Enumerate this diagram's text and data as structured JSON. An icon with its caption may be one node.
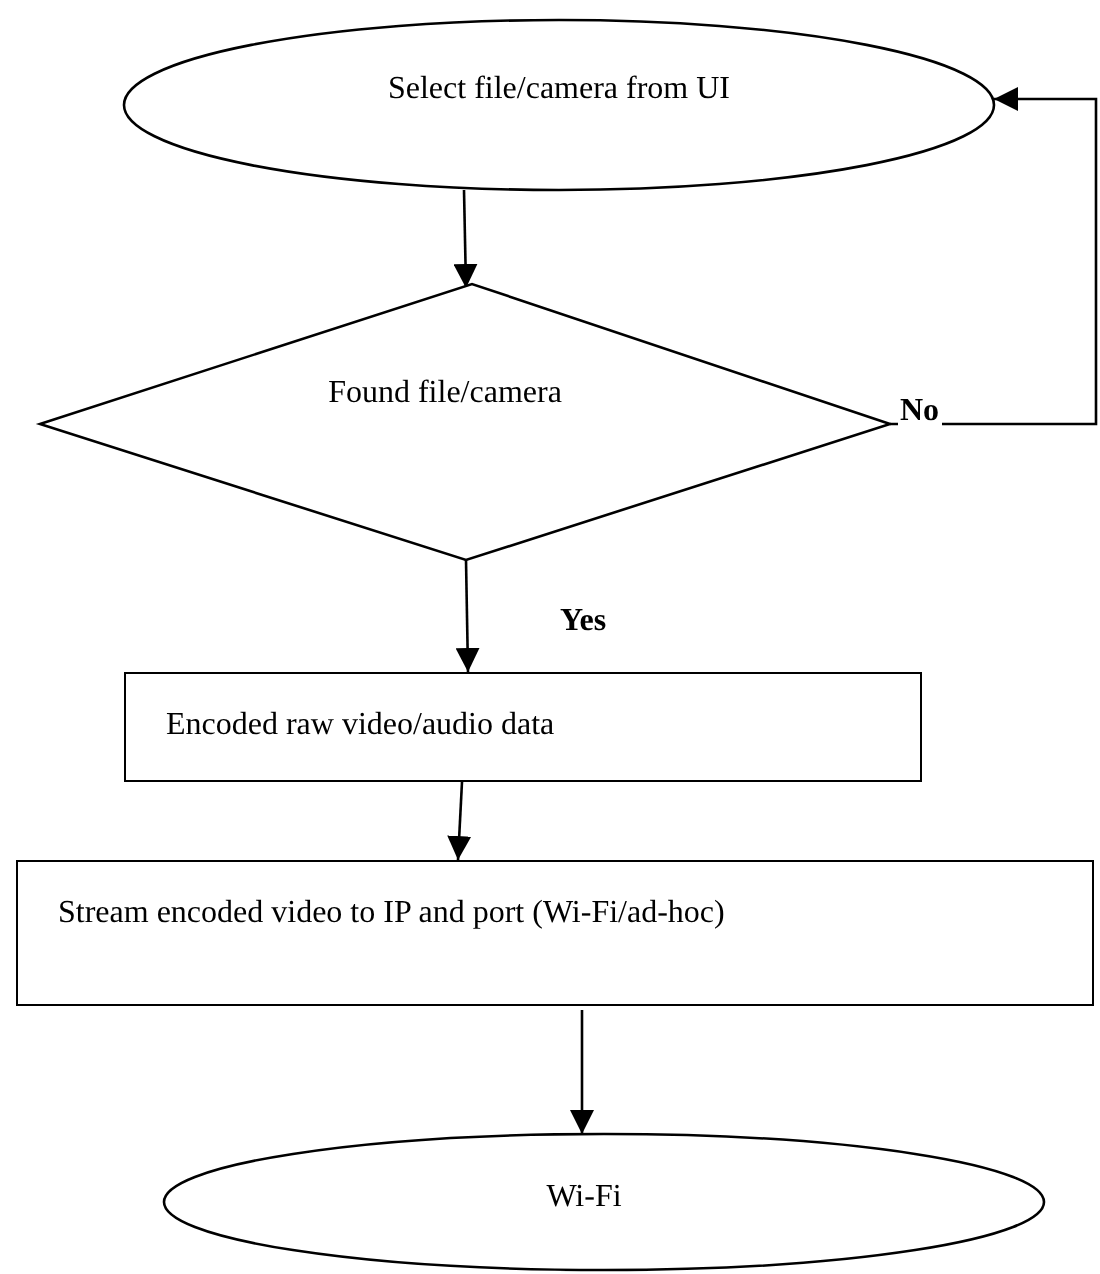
{
  "diagram": {
    "nodes": [
      {
        "text": [
          "Select file/camera from UI"
        ]
      },
      {
        "text": [
          "Found file/camera"
        ]
      },
      {
        "text": [
          "Encoded raw video/audio data"
        ]
      },
      {
        "text": [
          "Stream encoded video to IP and port (Wi-Fi/ad-hoc)"
        ]
      },
      {
        "text": [
          "Wi-Fi"
        ]
      }
    ],
    "edges": [
      {
        "from": 0,
        "to": 1,
        "arrow": "to"
      },
      {
        "from": 1,
        "to": 2,
        "arrow": "to",
        "label": "Yes"
      },
      {
        "from": 2,
        "to": 3,
        "arrow": "to"
      },
      {
        "from": 3,
        "to": 4,
        "arrow": "to"
      },
      {
        "from": 1,
        "to": 0,
        "arrow": "to",
        "label": "No"
      }
    ]
  }
}
